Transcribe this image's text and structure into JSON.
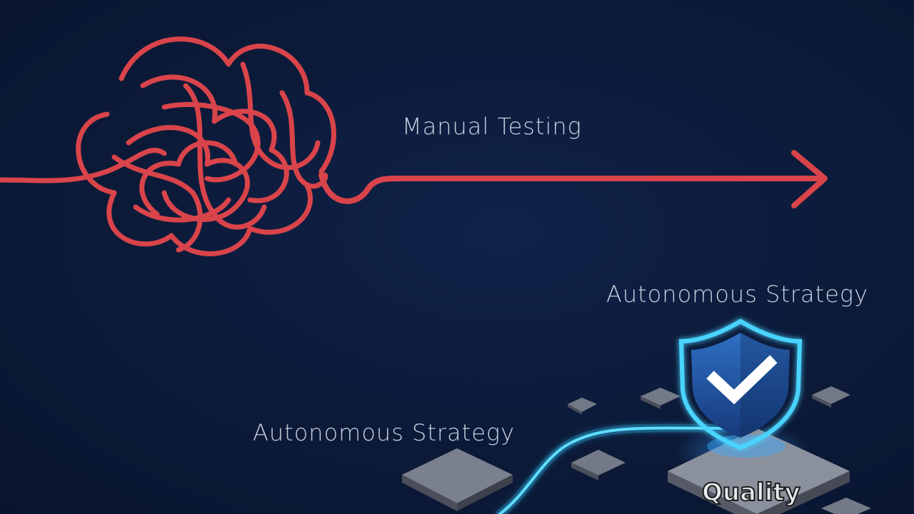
{
  "labels": {
    "manual": "Manual Testing",
    "autonomous_top": "Autonomous Strategy",
    "autonomous_bottom": "Autonomous Strategy",
    "quality": "Quality"
  },
  "icons": {
    "tangle": "tangled-line-icon",
    "arrow": "arrow-right-icon",
    "shield": "shield-check-icon"
  },
  "colors": {
    "background": "#0c1a38",
    "manual_line": "#d9444a",
    "autonomous_line": "#2fc6ff",
    "shield": "#2a64b8",
    "tiles": "#6b7180"
  }
}
